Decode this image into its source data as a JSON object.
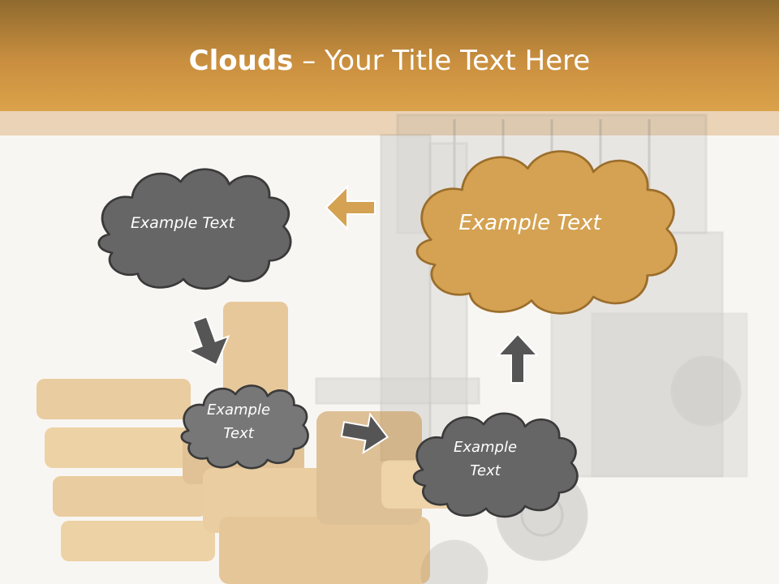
{
  "slide": {
    "title_bold": "Clouds",
    "title_separator": " – ",
    "title_rest": "Your Title Text Here"
  },
  "clouds": [
    {
      "text": "Example Text",
      "fill": "#666666"
    },
    {
      "text": "Example Text",
      "fill": "#d4a252"
    },
    {
      "text": "Example\nText",
      "fill": "#777777"
    },
    {
      "text": "Example\nText",
      "fill": "#666666"
    }
  ],
  "arrows": [
    {
      "direction": "left",
      "color": "#d4a252"
    },
    {
      "direction": "down",
      "color": "#555555"
    },
    {
      "direction": "right",
      "color": "#555555"
    },
    {
      "direction": "up",
      "color": "#555555"
    }
  ],
  "colors": {
    "header": "#c98f3f",
    "header_band": "#ead3b6",
    "background": "#f8f6f2",
    "cloud_stroke": "#3a3a3a",
    "cloud_stroke_gold": "#9b6e2c"
  }
}
